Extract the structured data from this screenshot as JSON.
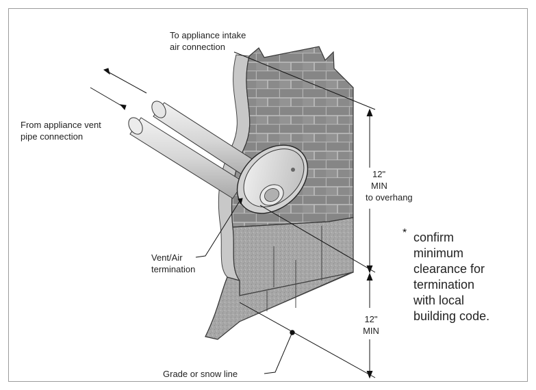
{
  "labels": {
    "intake": [
      "To appliance intake",
      "air connection"
    ],
    "vent_pipe": [
      "From appliance vent",
      "pipe connection"
    ],
    "dim_overhang": [
      "12\"",
      "MIN",
      "to overhang"
    ],
    "dim_grade": [
      "12\"",
      "MIN"
    ],
    "termination": [
      "Vent/Air",
      "termination"
    ],
    "grade": "Grade or snow line"
  },
  "note": {
    "marker": "*",
    "lines": [
      "confirm",
      "minimum",
      "clearance for",
      "termination",
      "with local",
      "building code."
    ]
  },
  "colors": {
    "brick": "#8c8c8c",
    "mortar": "#b9b9b9",
    "stone": "#a9a9a9",
    "pipe": "#d8d8d8",
    "line": "#111111"
  }
}
